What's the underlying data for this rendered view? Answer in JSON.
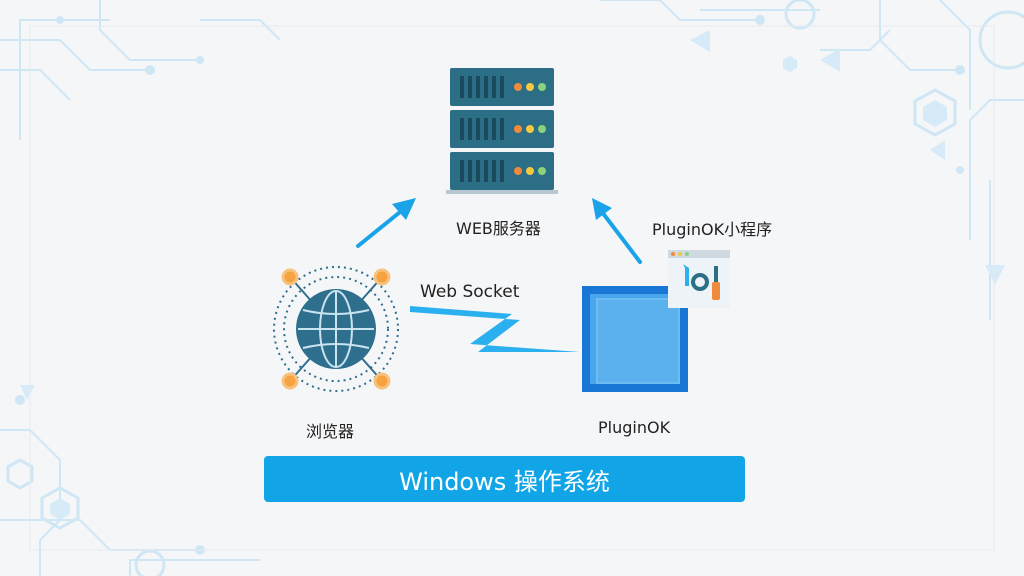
{
  "nodes": {
    "server": {
      "label": "WEB服务器",
      "icon": "server-rack-icon"
    },
    "mini_program": {
      "label": "PluginOK小程序",
      "icon": "settings-tools-icon"
    },
    "browser": {
      "label": "浏览器",
      "icon": "globe-network-icon"
    },
    "plugin": {
      "label": "PluginOK",
      "icon": "app-window-icon"
    }
  },
  "connection": {
    "label": "Web Socket",
    "icon": "lightning-bolt-icon"
  },
  "os_bar": {
    "label": "Windows 操作系统"
  },
  "colors": {
    "accent": "#11a5e8",
    "arrow": "#1aa3e8",
    "server_body": "#2c6e86",
    "globe": "#2e6f8e",
    "node_orange": "#f4a340",
    "decoration": "#cfe6f5"
  }
}
